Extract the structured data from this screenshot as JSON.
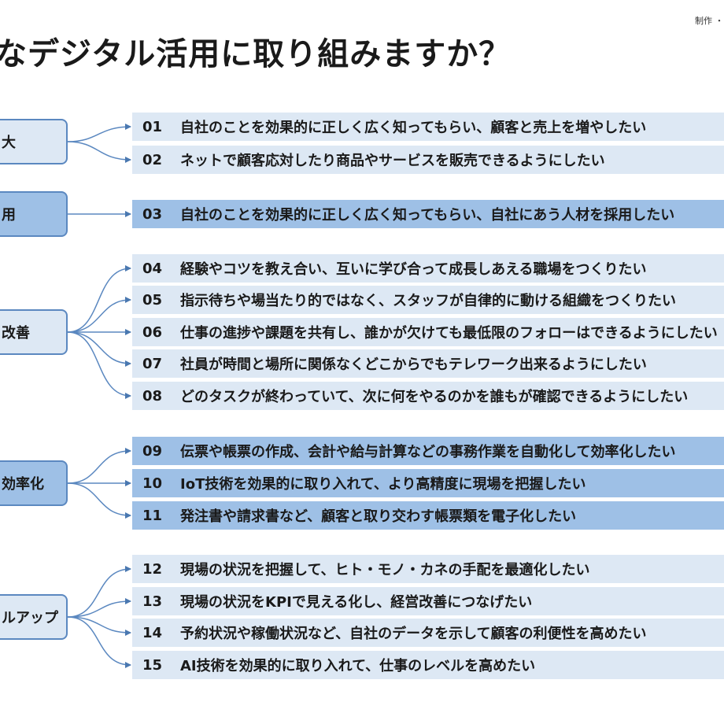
{
  "credit": "制作 ・ 合",
  "title": "なデジタル活用に取り組みますか？",
  "categories": [
    {
      "label": "大",
      "shade": "light"
    },
    {
      "label": "用",
      "shade": "dark"
    },
    {
      "label": "改善",
      "shade": "light"
    },
    {
      "label": "効率化",
      "shade": "dark"
    },
    {
      "label": "ルアップ",
      "shade": "light"
    }
  ],
  "items": [
    {
      "num": "01",
      "text": "自社のことを効果的に正しく広く知ってもらい、顧客と売上を増やしたい",
      "shade": "light"
    },
    {
      "num": "02",
      "text": "ネットで顧客応対したり商品やサービスを販売できるようにしたい",
      "shade": "light"
    },
    {
      "num": "03",
      "text": "自社のことを効果的に正しく広く知ってもらい、自社にあう人材を採用したい",
      "shade": "dark"
    },
    {
      "num": "04",
      "text": "経験やコツを教え合い、互いに学び合って成長しあえる職場をつくりたい",
      "shade": "light"
    },
    {
      "num": "05",
      "text": "指示待ちや場当たり的ではなく、スタッフが自律的に動ける組織をつくりたい",
      "shade": "light"
    },
    {
      "num": "06",
      "text": "仕事の進捗や課題を共有し、誰かが欠けても最低限のフォローはできるようにしたい",
      "shade": "light"
    },
    {
      "num": "07",
      "text": "社員が時間と場所に関係なくどこからでもテレワーク出来るようにしたい",
      "shade": "light"
    },
    {
      "num": "08",
      "text": "どのタスクが終わっていて、次に何をやるのかを誰もが確認できるようにしたい",
      "shade": "light"
    },
    {
      "num": "09",
      "text": "伝票や帳票の作成、会計や給与計算などの事務作業を自動化して効率化したい",
      "shade": "dark"
    },
    {
      "num": "10",
      "text": "IoT技術を効果的に取り入れて、より高精度に現場を把握したい",
      "shade": "dark"
    },
    {
      "num": "11",
      "text": "発注書や請求書など、顧客と取り交わす帳票類を電子化したい",
      "shade": "dark"
    },
    {
      "num": "12",
      "text": "現場の状況を把握して、ヒト・モノ・カネの手配を最適化したい",
      "shade": "light"
    },
    {
      "num": "13",
      "text": "現場の状況をKPIで見える化し、経営改善につなげたい",
      "shade": "light"
    },
    {
      "num": "14",
      "text": "予約状況や稼働状況など、自社のデータを示して顧客の利便性を高めたい",
      "shade": "light"
    },
    {
      "num": "15",
      "text": "AI技術を効果的に取り入れて、仕事のレベルを高めたい",
      "shade": "light"
    }
  ]
}
